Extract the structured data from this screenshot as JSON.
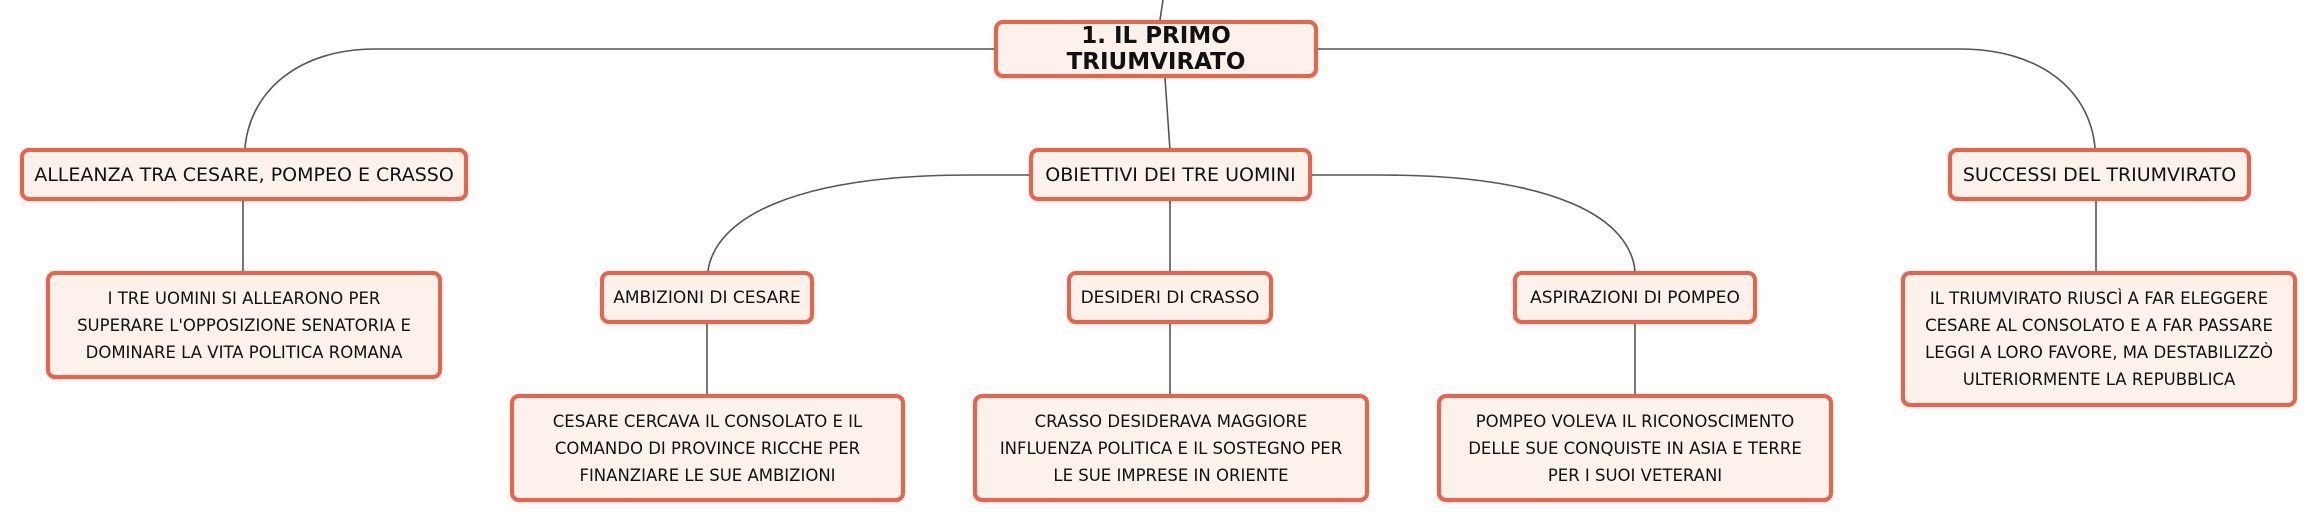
{
  "colors": {
    "node_border": "#e9634a",
    "node_fill": "#fdf1ec",
    "connector": "#555555",
    "text": "#111111"
  },
  "map": {
    "root": "1. IL PRIMO TRIUMVIRATO",
    "alleanza": {
      "title": "ALLEANZA TRA CESARE, POMPEO E CRASSO",
      "detail": "I TRE UOMINI SI ALLEARONO PER SUPERARE L'OPPOSIZIONE SENATORIA E DOMINARE LA VITA POLITICA ROMANA"
    },
    "obiettivi": {
      "title": "OBIETTIVI DEI TRE UOMINI",
      "cesare": {
        "title": "AMBIZIONI DI CESARE",
        "detail": "CESARE CERCAVA IL CONSOLATO E IL COMANDO DI PROVINCE RICCHE PER FINANZIARE LE SUE AMBIZIONI"
      },
      "crasso": {
        "title": "DESIDERI DI CRASSO",
        "detail": "CRASSO DESIDERAVA MAGGIORE INFLUENZA POLITICA E IL SOSTEGNO PER LE SUE IMPRESE IN ORIENTE"
      },
      "pompeo": {
        "title": "ASPIRAZIONI DI POMPEO",
        "detail": "POMPEO VOLEVA IL RICONOSCIMENTO DELLE SUE CONQUISTE IN ASIA E TERRE PER I SUOI VETERANI"
      }
    },
    "successi": {
      "title": "SUCCESSI DEL TRIUMVIRATO",
      "detail": "IL TRIUMVIRATO RIUSCÌ A FAR ELEGGERE CESARE AL CONSOLATO E A FAR PASSARE LEGGI A LORO FAVORE, MA DESTABILIZZÒ ULTERIORMENTE LA REPUBBLICA"
    }
  }
}
